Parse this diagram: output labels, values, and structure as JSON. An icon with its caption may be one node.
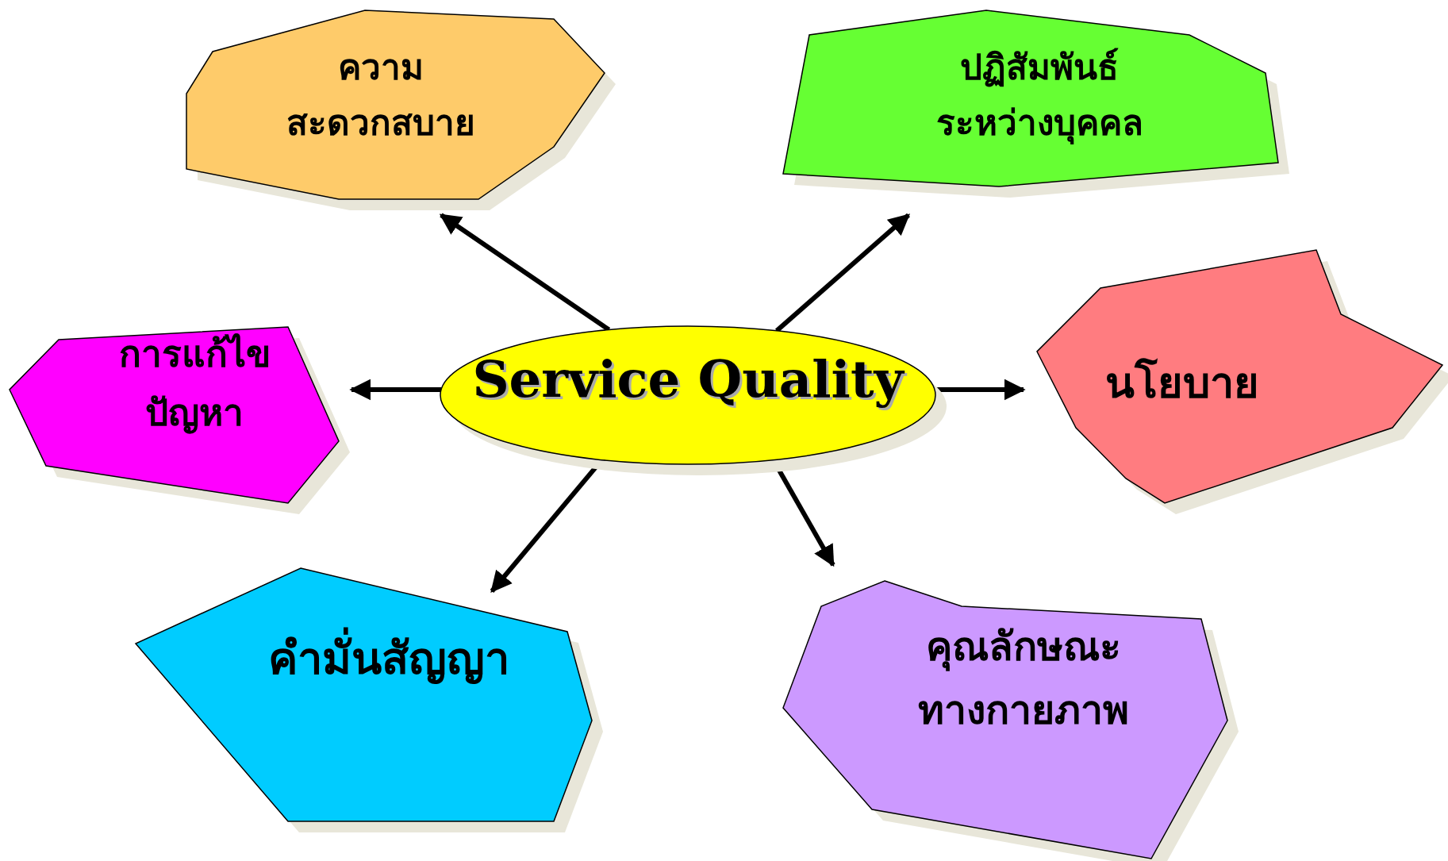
{
  "diagram": {
    "nodes": [
      {
        "text": [
          "ความสะดวกสบาย"
        ]
      },
      {
        "text": [
          "ปฏิสัมพันธ์ระหว่างบุคคล"
        ]
      },
      {
        "text": [
          "นโยบาย"
        ]
      },
      {
        "text": [
          "การแก้ไขปัญหา"
        ]
      },
      {
        "text": [
          "Service Quality"
        ]
      },
      {
        "text": [
          "คำมั่นสัญญา"
        ]
      },
      {
        "text": [
          "คุณลักษณะทางกายภาพ"
        ]
      }
    ],
    "edges": [
      {
        "from": 4,
        "to": 0,
        "arrow": "to"
      },
      {
        "from": 4,
        "to": 1,
        "arrow": "to"
      },
      {
        "from": 4,
        "to": 3,
        "arrow": "to"
      },
      {
        "from": 4,
        "to": 2,
        "arrow": "to"
      },
      {
        "from": 4,
        "to": 5,
        "arrow": "to"
      },
      {
        "from": 4,
        "to": 6,
        "arrow": "to"
      }
    ]
  }
}
